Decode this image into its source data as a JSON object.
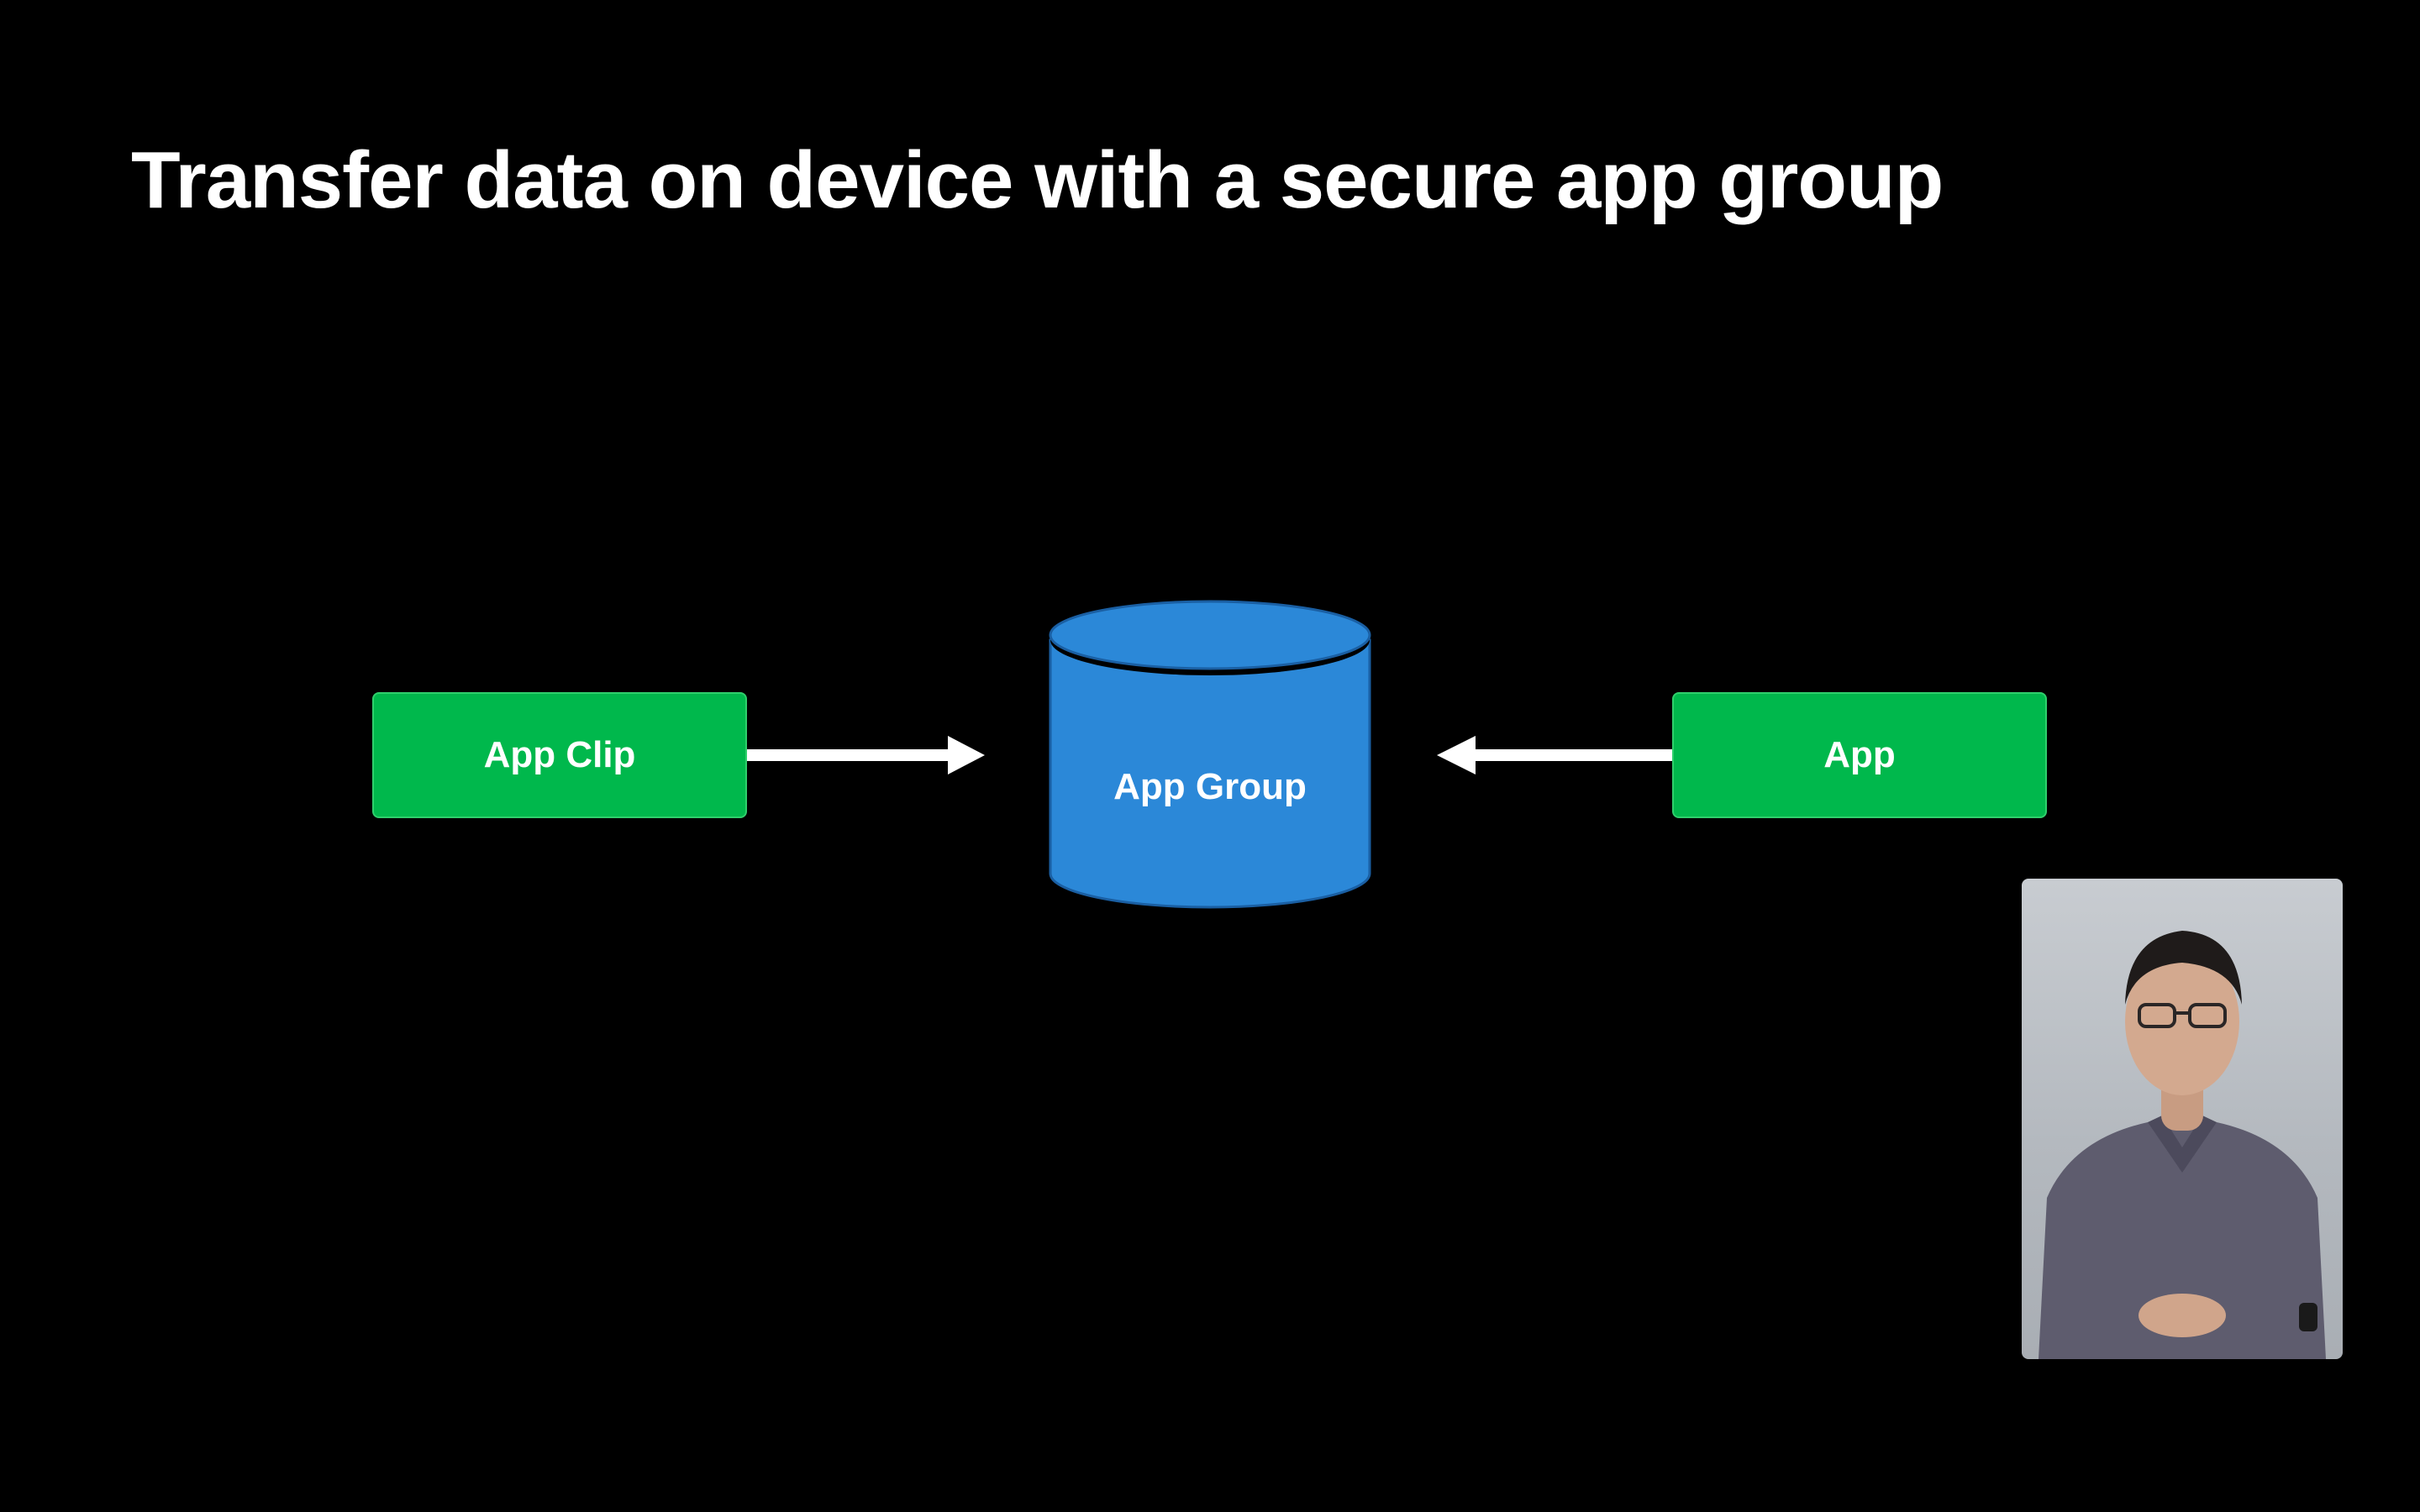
{
  "slide": {
    "title": "Transfer data on device with a secure app group"
  },
  "diagram": {
    "nodes": {
      "app_clip": "App Clip",
      "app_group": "App Group",
      "app": "App"
    },
    "colors": {
      "box_green": "#00b84c",
      "cylinder_blue": "#2b88d8",
      "arrow": "#ffffff",
      "background": "#000000"
    }
  },
  "presenter": {
    "icon": "presenter-video-thumbnail"
  }
}
